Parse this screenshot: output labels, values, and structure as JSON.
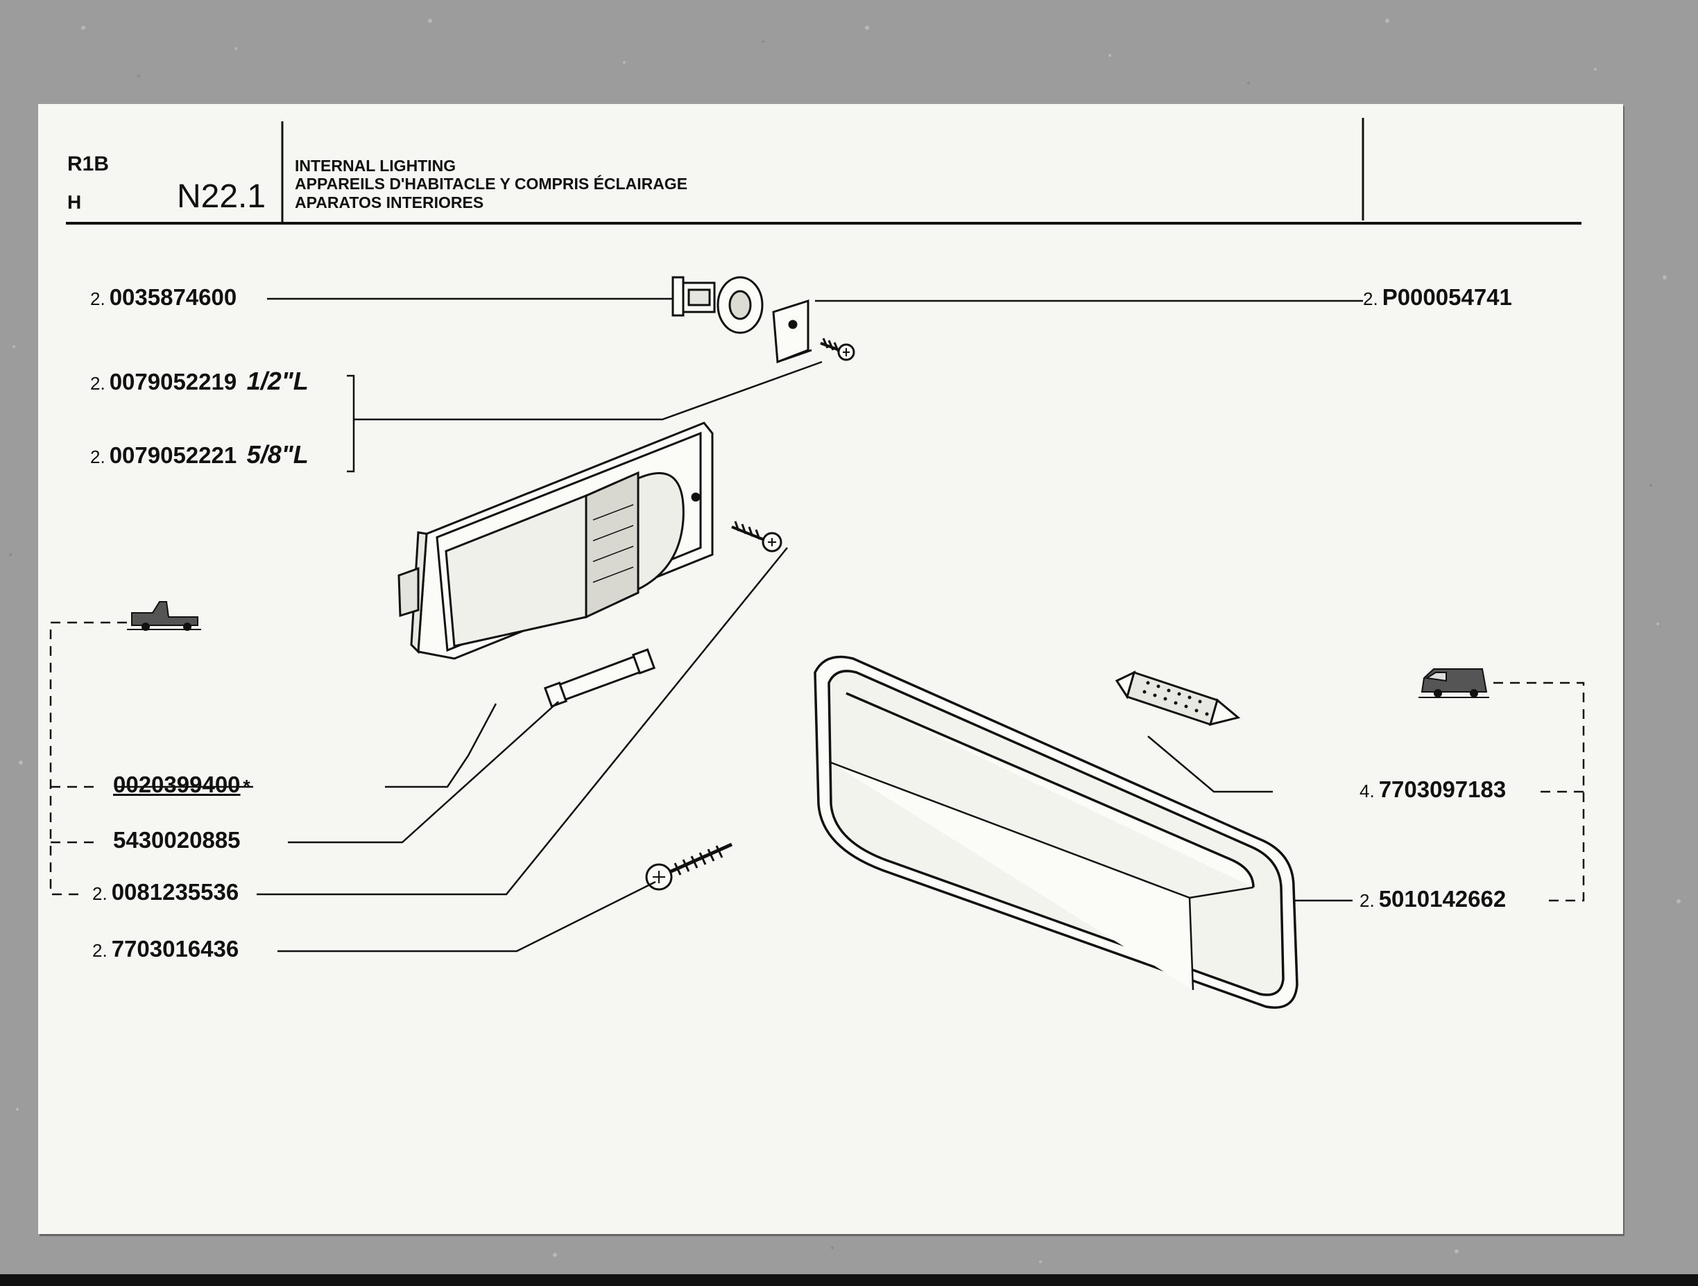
{
  "header": {
    "model_code": "R1B",
    "variant_code": "H",
    "plate_number": "N22.1",
    "titles": {
      "en": "INTERNAL LIGHTING",
      "fr": "APPAREILS D'HABITACLE Y COMPRIS ÉCLAIRAGE",
      "es": "APARATOS INTERIORES"
    }
  },
  "parts": [
    {
      "id": "p1",
      "qty": "2.",
      "number": "0035874600"
    },
    {
      "id": "p2",
      "qty": "2.",
      "number": "P000054741"
    },
    {
      "id": "p3",
      "qty": "2.",
      "number": "0079052219",
      "size": "1/2\"L"
    },
    {
      "id": "p4",
      "qty": "2.",
      "number": "0079052221",
      "size": "5/8\"L"
    },
    {
      "id": "p5",
      "qty": "",
      "number": "0020399400",
      "note": "*"
    },
    {
      "id": "p6",
      "qty": "",
      "number": "5430020885"
    },
    {
      "id": "p7",
      "qty": "2.",
      "number": "0081235536"
    },
    {
      "id": "p8",
      "qty": "2.",
      "number": "7703016436"
    },
    {
      "id": "p9",
      "qty": "4.",
      "number": "7703097183"
    },
    {
      "id": "p10",
      "qty": "2.",
      "number": "5010142662"
    }
  ],
  "vehicle_icons": [
    {
      "id": "v1",
      "icon": "pickup-truck-icon"
    },
    {
      "id": "v2",
      "icon": "panel-van-icon"
    }
  ],
  "colors": {
    "sheet": "#f6f6f3",
    "ink": "#111111",
    "scan_background": "#9c9c9c"
  }
}
